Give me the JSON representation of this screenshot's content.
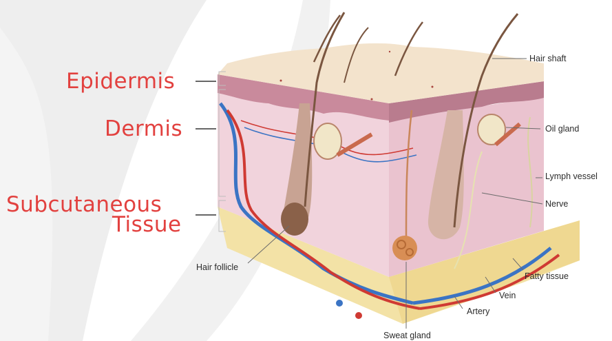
{
  "layers": {
    "epidermis": "Epidermis",
    "dermis": "Dermis",
    "subcutaneous_line1": "Subcutaneous",
    "subcutaneous_line2": "Tissue"
  },
  "callouts": {
    "hair_shaft": "Hair shaft",
    "oil_gland": "Oil gland",
    "lymph_vessel": "Lymph vessel",
    "nerve": "Nerve",
    "fatty_tissue": "Fatty tissue",
    "vein": "Vein",
    "artery": "Artery",
    "sweat_gland": "Sweat gland",
    "hair_follicle": "Hair follicle"
  },
  "colors": {
    "label_red": "#e2413f",
    "background_swoosh": "#ececec",
    "epidermis_top": "#f2e0c8",
    "epidermis_band": "#c98a9c",
    "dermis": "#eecfd8",
    "dermis_side": "#e4b9c6",
    "fat": "#f3e2a6",
    "vein": "#3b74c4",
    "artery": "#cf3a33",
    "hair": "#7a5640"
  }
}
